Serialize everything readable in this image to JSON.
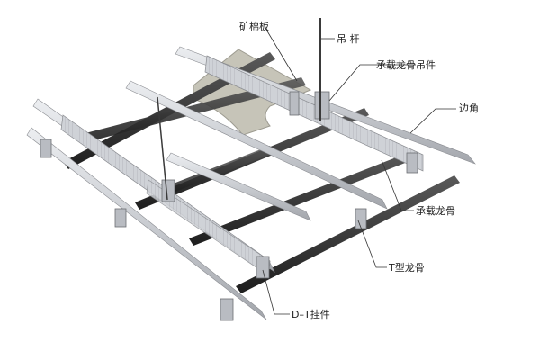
{
  "labels": {
    "mineral_board": "矿棉板",
    "hanger_rod": "吊 杆",
    "main_runner_hanger": "承载龙骨吊件",
    "edge_angle": "边角",
    "main_runner": "承载龙骨",
    "t_runner": "T型龙骨",
    "dt_clip": "D–T挂件"
  },
  "colors": {
    "background": "#ffffff",
    "t_runner_dark": "#2e2e2e",
    "runner_light": "#d7d9dd",
    "runner_edge": "#8a8c91",
    "board": "#c9c7bc",
    "rod": "#3a3a3a",
    "leader": "#333333"
  }
}
